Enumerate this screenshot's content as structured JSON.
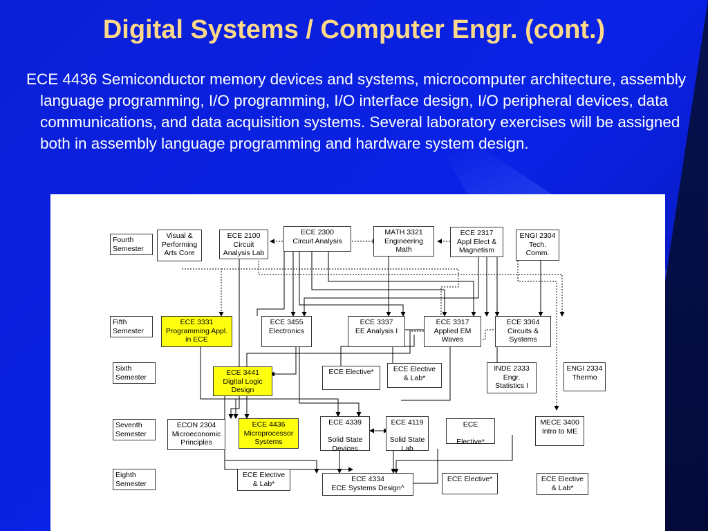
{
  "slide": {
    "title": "Digital Systems / Computer Engr. (cont.)",
    "body": "ECE 4436 Semiconductor memory devices and systems, microcomputer architecture, assembly language programming, I/O programming, I/O interface design, I/O peripheral devices, data communications, and data acquisition systems. Several laboratory exercises will be assigned both in assembly language programming and hardware system design."
  },
  "diagram": {
    "semesters": {
      "fourth": "Fourth\nSemester",
      "fifth": "Fifth\nSemester",
      "sixth": "Sixth\nSemester",
      "seventh": "Seventh\nSemester",
      "eighth": "Eighth\nSemester"
    },
    "courses": {
      "visual_arts": "Visual &\nPerforming\nArts Core",
      "ece2100": "ECE 2100\nCircuit\nAnalysis Lab",
      "ece2300": "ECE 2300\nCircuit Analysis",
      "math3321": "MATH 3321\nEngineering\nMath",
      "ece2317": "ECE 2317\nAppl Elect &\nMagnetism",
      "engi2304": "ENGI 2304\nTech.\nComm.",
      "ece3331": "ECE 3331\nProgramming Appl.\nin ECE",
      "ece3455": "ECE 3455\nElectronics",
      "ece3337": "ECE 3337\nEE Analysis I",
      "ece3317": "ECE 3317\nApplied EM\nWaves",
      "ece3364": "ECE 3364\nCircuits &\nSystems",
      "ece3441": "ECE 3441\nDigital Logic\nDesign",
      "ece_elective_6": "ECE Elective*",
      "ece_elective_lab_6": "ECE Elective\n& Lab*",
      "inde2333": "INDE 2333\nEngr.\nStatistics I",
      "engi2334": "ENGI 2334\nThermo",
      "econ2304": "ECON 2304\nMicroeconomic\nPrinciples",
      "ece4436": "ECE 4436\nMicroprocessor\nSystems",
      "ece4339": "ECE 4339\n\nSolid State\nDevices",
      "ece4119": "ECE 4119\n\nSolid State\nLab",
      "ece_elective_7": "ECE\n\nElective*",
      "mece3400": "MECE 3400\nIntro to ME",
      "ece_elective_lab_8a": "ECE Elective\n& Lab*",
      "ece4334": "ECE 4334\nECE Systems Design^",
      "ece_elective_8": "ECE Elective*",
      "ece_elective_lab_8b": "ECE Elective\n& Lab*"
    }
  }
}
